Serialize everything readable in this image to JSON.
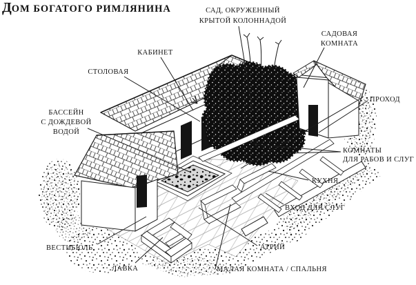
{
  "title": {
    "dropcap": "Д",
    "rest": "ОМ БОГАТОГО РИМЛЯНИНА"
  },
  "labels": {
    "garden": {
      "line1": "САД, ОКРУЖЕННЫЙ",
      "line2": "КРЫТОЙ КОЛОННАДОЙ"
    },
    "garden_room": {
      "line1": "САДОВАЯ",
      "line2": "КОМНАТА"
    },
    "study": "КАБИНЕТ",
    "dining_room": "СТОЛОВАЯ",
    "rain_pool": {
      "line1": "БАССЕЙН",
      "line2": "С ДОЖДЕВОЙ",
      "line3": "ВОДОЙ"
    },
    "passage": "ПРОХОД",
    "slave_rooms": {
      "line1": "КОМНАТЫ",
      "line2": "ДЛЯ РАБОВ И СЛУГ"
    },
    "kitchen": "КУХНЯ",
    "servants_entrance": "ВХОД ДЛЯ СЛУГ",
    "vestibule": "ВЕСТИБЮЛЬ",
    "shop": "ЛАВКА",
    "atrium": "АТРИЙ",
    "small_room": "МАЛАЯ КОМНАТА / СПАЛЬНЯ"
  },
  "colors": {
    "ink": "#1a1a1a",
    "paper": "#ffffff"
  }
}
